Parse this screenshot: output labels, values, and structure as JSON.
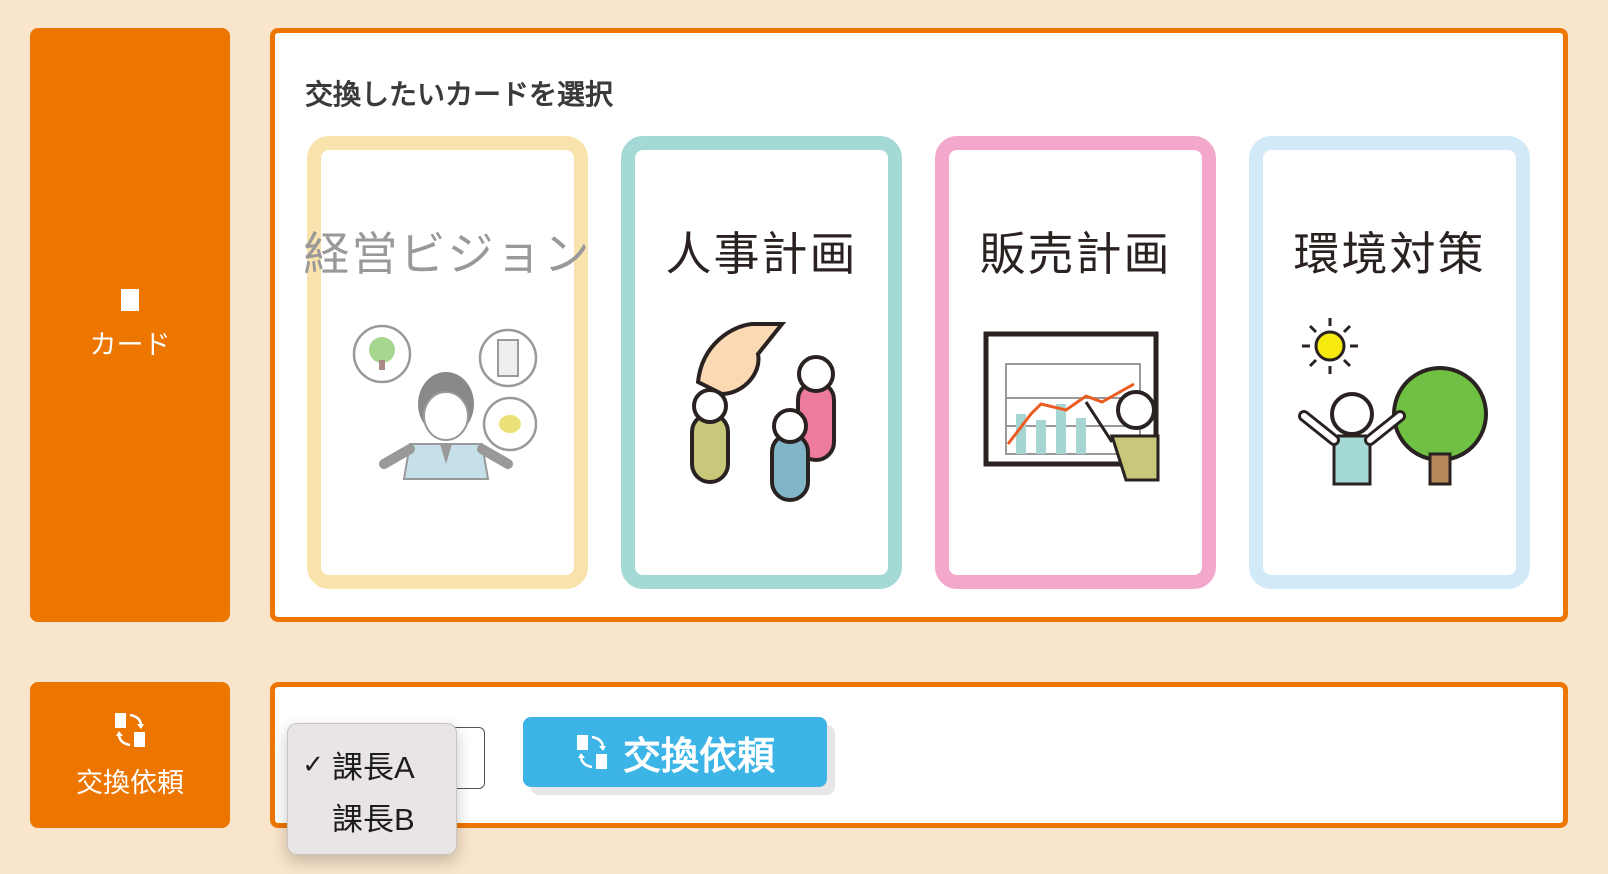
{
  "sidebar": {
    "cards_section": {
      "label": "カード",
      "icon": "card-icon"
    },
    "exchange_section": {
      "label": "交換依頼",
      "icon": "exchange-icon"
    }
  },
  "card_panel": {
    "title": "交換したいカードを選択",
    "cards": [
      {
        "title": "経営ビジョン",
        "border_color": "#f9e3ad",
        "state": "disabled",
        "illustration": "manager-vision-illustration"
      },
      {
        "title": "人事計画",
        "border_color": "#a5d9d5",
        "state": "enabled",
        "illustration": "personnel-plan-illustration"
      },
      {
        "title": "販売計画",
        "border_color": "#f3a8cb",
        "state": "enabled",
        "illustration": "sales-plan-illustration"
      },
      {
        "title": "環境対策",
        "border_color": "#d2eaf8",
        "state": "enabled",
        "illustration": "environment-plan-illustration"
      }
    ]
  },
  "exchange_panel": {
    "select": {
      "selected": "課長A",
      "options": [
        {
          "label": "課長A",
          "checked": true
        },
        {
          "label": "課長B",
          "checked": false
        }
      ]
    },
    "button": {
      "label": "交換依頼",
      "icon": "exchange-icon",
      "color": "#3db4e6"
    }
  },
  "colors": {
    "accent": "#ed7601",
    "background": "#f9e5cb"
  }
}
